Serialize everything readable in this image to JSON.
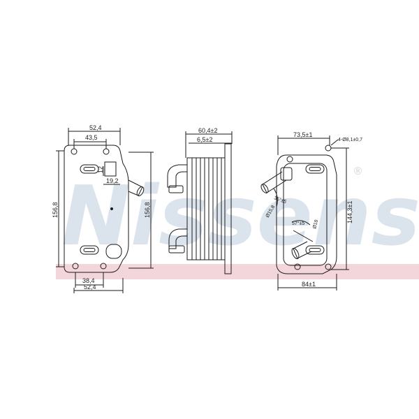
{
  "watermark": {
    "text": "Nissens",
    "registered": "®",
    "color": "#dbe3ec",
    "band_color": "#f3d6dc"
  },
  "views": {
    "front": {
      "width_top": "52,4",
      "hole_spacing_top": "43,5",
      "offset_12": "12",
      "offset_19_2": "19,2",
      "height_left": "156,8",
      "height_right": "156,8",
      "hole_spacing_bottom": "38,4",
      "width_bottom": "52,4"
    },
    "side": {
      "depth_total": "60,4±2",
      "flange_offset": "6,5±2"
    },
    "rear": {
      "width_top": "73,5±1",
      "hole_spec": "4-Ø8,1±0,7",
      "height_right": "144,3±1",
      "angle_top": "35°±5",
      "pipe_dia_top": "Ø15,8",
      "angle_bottom": "57°±5",
      "pipe_dia_bottom": "Ø18",
      "width_bottom": "84±1"
    }
  }
}
